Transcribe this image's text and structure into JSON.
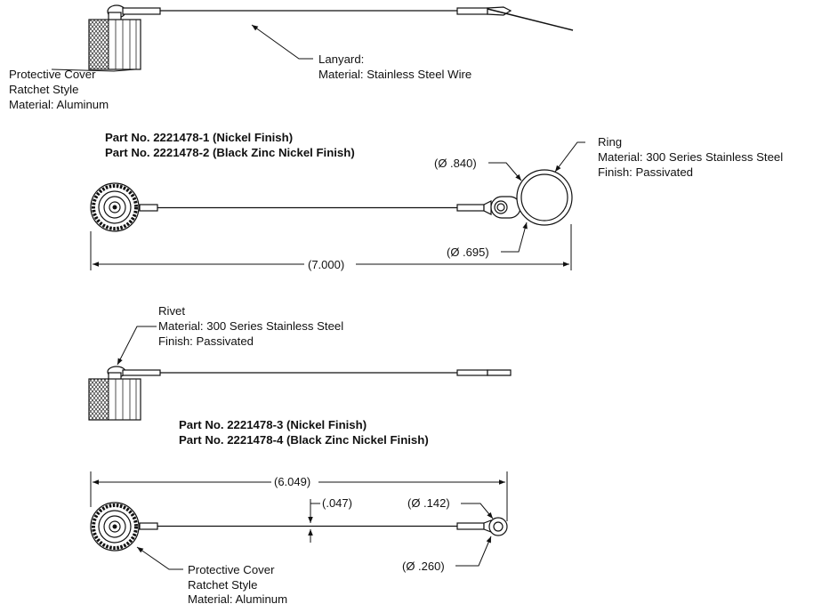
{
  "top_view": {
    "cover_label": [
      "Protective Cover",
      "Ratchet Style",
      "Material: Aluminum"
    ],
    "lanyard_label": [
      "Lanyard:",
      "Material: Stainless Steel Wire"
    ]
  },
  "ring_assembly": {
    "part_numbers": [
      "Part No. 2221478-1 (Nickel Finish)",
      "Part No. 2221478-2 (Black Zinc Nickel Finish)"
    ],
    "ring_label": [
      "Ring",
      "Material: 300 Series Stainless Steel",
      "Finish: Passivated"
    ],
    "dia_outer": "(Ø .840)",
    "dia_inner": "(Ø .695)",
    "length": "(7.000)"
  },
  "rivet_view": {
    "rivet_label": [
      "Rivet",
      "Material: 300 Series Stainless Steel",
      "Finish: Passivated"
    ]
  },
  "eyelet_assembly": {
    "part_numbers": [
      "Part No. 2221478-3 (Nickel Finish)",
      "Part No. 2221478-4 (Black Zinc Nickel Finish)"
    ],
    "length": "(6.049)",
    "wire_dia": "(.047)",
    "dia_hole": "(Ø .142)",
    "dia_eyelet": "(Ø .260)",
    "cover_label": [
      "Protective Cover",
      "Ratchet Style",
      "Material: Aluminum"
    ]
  }
}
